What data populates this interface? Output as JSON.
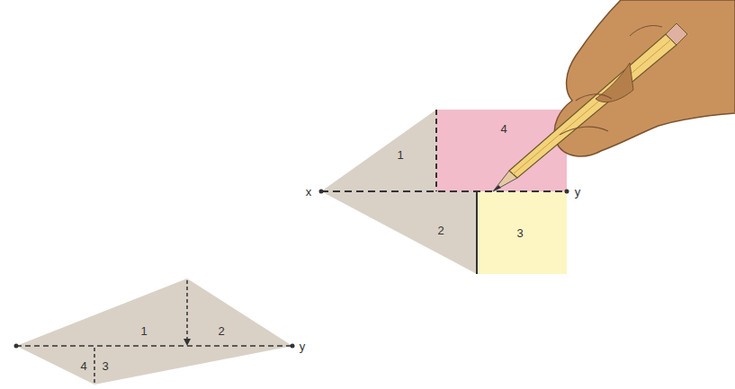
{
  "diagram": {
    "labels": [
      "1",
      "4",
      "x",
      "y",
      "2",
      "3",
      "1",
      "2",
      "4",
      "3",
      "y"
    ]
  }
}
